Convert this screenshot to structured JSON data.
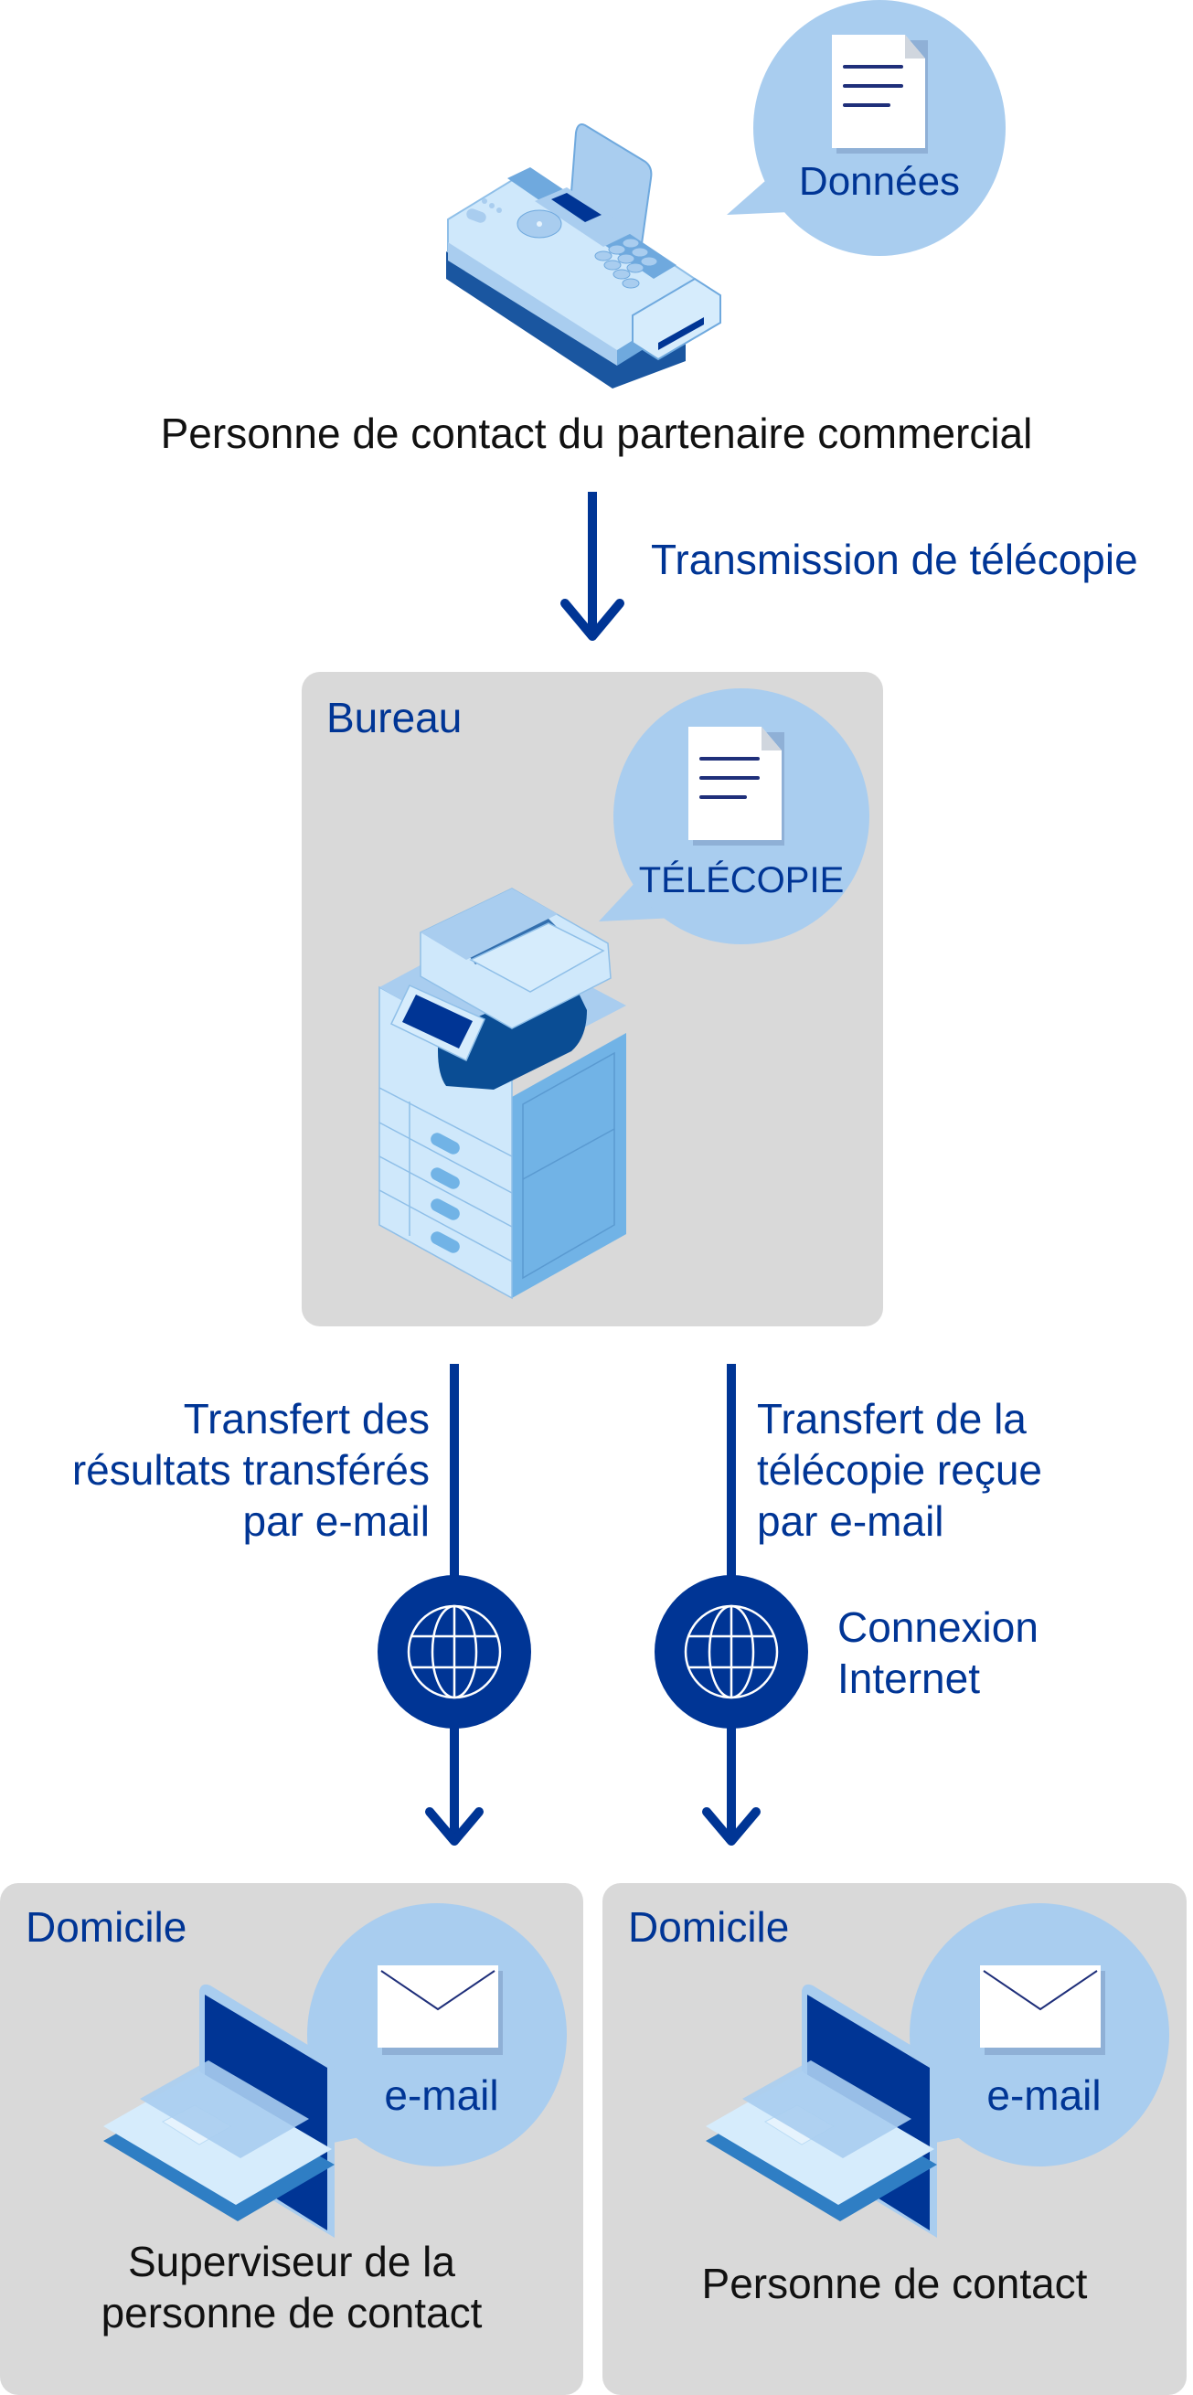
{
  "colors": {
    "accent": "#003595",
    "bubble": "#a9cdef",
    "box": "#d9d9d9",
    "text": "#111111"
  },
  "sender": {
    "bubble_label": "Données",
    "bubble_icon": "document-icon",
    "device_icon": "fax-machine-icon",
    "caption": "Personne de contact du partenaire commercial"
  },
  "flow1": {
    "label": "Transmission de télécopie"
  },
  "office": {
    "title": "Bureau",
    "bubble_label": "TÉLÉCOPIE",
    "bubble_icon": "document-icon",
    "device_icon": "multifunction-printer-icon"
  },
  "flows": {
    "left_label_lines": [
      "Transfert des",
      "résultats transférés",
      "par e-mail"
    ],
    "right_label_lines": [
      "Transfert de la",
      "télécopie reçue",
      "par e-mail"
    ],
    "internet_label_lines": [
      "Connexion",
      "Internet"
    ],
    "globe_icon": "globe-icon"
  },
  "homes": [
    {
      "title": "Domicile",
      "bubble_label": "e-mail",
      "bubble_icon": "envelope-icon",
      "device_icon": "laptop-icon",
      "caption_lines": [
        "Superviseur de la",
        "personne de contact"
      ]
    },
    {
      "title": "Domicile",
      "bubble_label": "e-mail",
      "bubble_icon": "envelope-icon",
      "device_icon": "laptop-icon",
      "caption_lines": [
        "Personne de contact"
      ]
    }
  ]
}
